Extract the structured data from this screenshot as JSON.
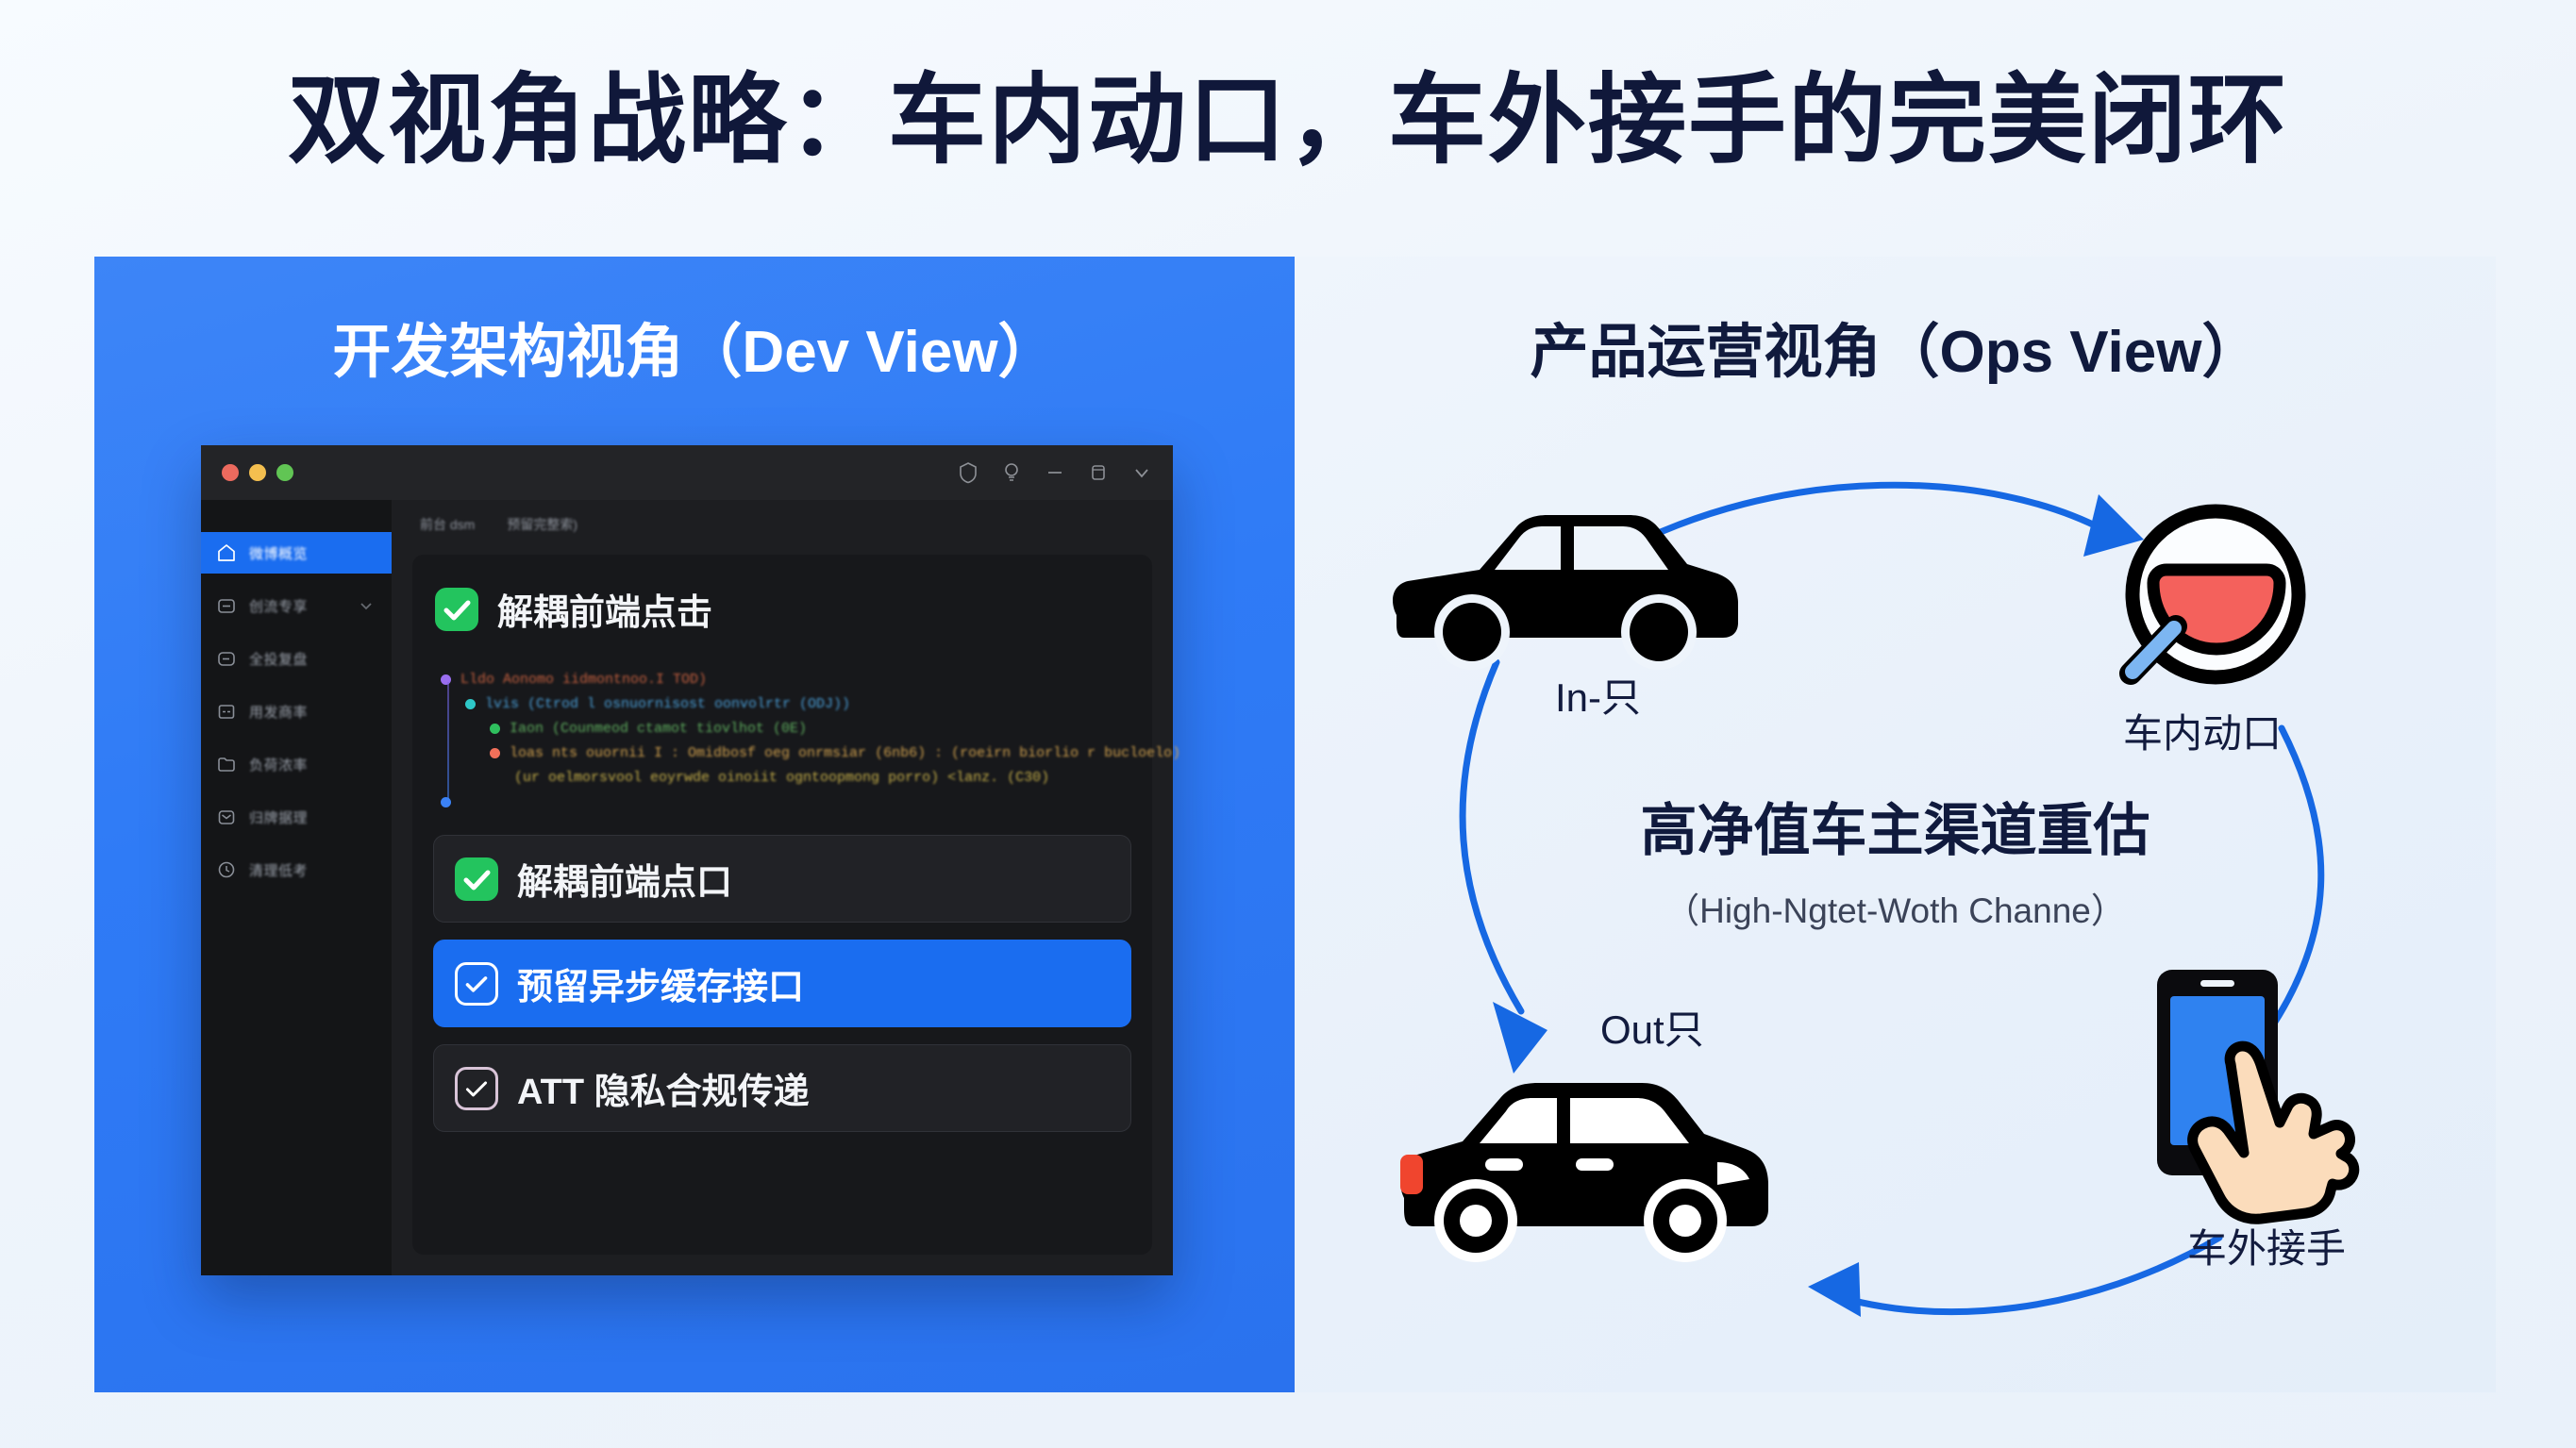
{
  "title": "双视角战略：车内动口，车外接手的完美闭环",
  "panels": {
    "left": {
      "header": "开发架构视角（Dev View）"
    },
    "right": {
      "header": "产品运营视角（Ops View）"
    }
  },
  "ide": {
    "window_controls": [
      "close-red",
      "minimize-yellow",
      "maximize-green"
    ],
    "titlebar_icons": [
      "shield-icon",
      "bulb-icon",
      "minimize-icon",
      "panel-icon",
      "chevron-down-icon"
    ],
    "sidebar": [
      {
        "label": "微博概览",
        "icon": "home-icon",
        "active": true,
        "caret": false
      },
      {
        "label": "创流专享",
        "icon": "box-icon",
        "active": false,
        "caret": true
      },
      {
        "label": "全投复盘",
        "icon": "box-icon",
        "active": false,
        "caret": false
      },
      {
        "label": "用发商率",
        "icon": "grid-icon",
        "active": false,
        "caret": false
      },
      {
        "label": "负荷浓率",
        "icon": "folder-icon",
        "active": false,
        "caret": false
      },
      {
        "label": "归牌据理",
        "icon": "mail-icon",
        "active": false,
        "caret": false
      },
      {
        "label": "清理低考",
        "icon": "clock-icon",
        "active": false,
        "caret": false
      }
    ],
    "tabs": [
      "前台 dsm",
      "预留完整索)"
    ],
    "cards": [
      {
        "title": "解耦前端点击",
        "check": "green-filled",
        "style": "plain"
      },
      {
        "title": "解耦前端点口",
        "check": "green-filled",
        "style": "dark"
      },
      {
        "title": "预留异步缓存接口",
        "check": "white-outline",
        "style": "highlight"
      },
      {
        "title": "ATT 隐私合规传递",
        "check": "pink-outline",
        "style": "dark"
      }
    ],
    "code_tree": [
      {
        "text": "Lldo Aonomo iidmontnoo.I TOD)",
        "bullet": "#9a6ef0",
        "indent": 0,
        "color": "#c4603f"
      },
      {
        "text": "lvis (Ctrod l osnuornisost oonvolrtr (ODJ))",
        "bullet": "#2ec8c8",
        "indent": 1,
        "color": "#4a9fd8"
      },
      {
        "text": "Iaon (Counmeod ctamot tiovlhot  (0E)",
        "bullet": "#2fbf5e",
        "indent": 2,
        "color": "#5fae5f"
      },
      {
        "text": "loas nts ouornii I : Omidbosf oeg onrmsiar (6nb6) : (roeirn biorlio r bucloelo)",
        "bullet": "#f2705a",
        "indent": 2,
        "color": "#d2a24e"
      },
      {
        "text": "(ur oelmorsvool eoyrwde oinoiit ogntoopmong porro) <lanz. (C30)",
        "bullet": "none",
        "indent": 3,
        "color": "#c7b04a"
      },
      {
        "text": "",
        "bullet": "#3b82f6",
        "indent": 0,
        "color": "#3b82f6"
      }
    ]
  },
  "flow": {
    "center_heading": "高净值车主渠道重估",
    "center_sub": "（High-Ngtet-Woth Channe）",
    "nodes": [
      {
        "id": "car-in",
        "icon": "sedan-car-icon",
        "label": "In-只"
      },
      {
        "id": "mouth",
        "icon": "speaking-mouth-icon",
        "label": "车内动口"
      },
      {
        "id": "phone",
        "icon": "phone-tap-hand-icon",
        "label": "车外接手"
      },
      {
        "id": "car-out",
        "icon": "hatchback-car-icon",
        "label": "Out只"
      }
    ],
    "arrow_color": "#1668e3"
  },
  "colors": {
    "accent_blue": "#2f7bf6",
    "arrow_blue": "#1668e3",
    "title_navy": "#10183a",
    "check_green": "#23c45e",
    "mouth_red": "#f4615c"
  }
}
